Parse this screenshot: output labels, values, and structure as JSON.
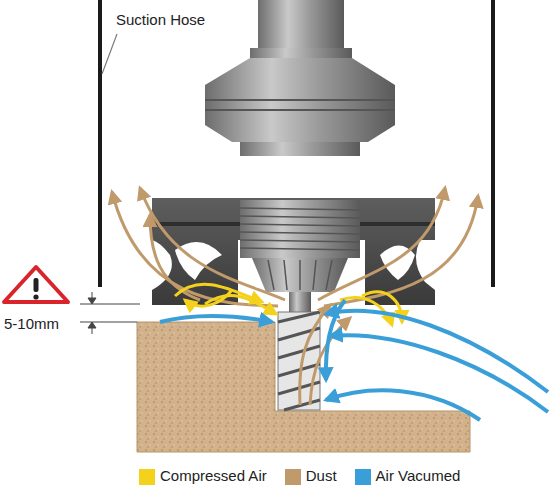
{
  "diagram": {
    "labels": [
      "Suction Hose",
      "5-10mm"
    ],
    "legend": [
      {
        "text": "Compressed Air",
        "color": "#f4d21c"
      },
      {
        "text": "Dust",
        "color": "#c19a6b"
      },
      {
        "text": "Air Vacumed",
        "color": "#3a9fd8"
      }
    ]
  }
}
